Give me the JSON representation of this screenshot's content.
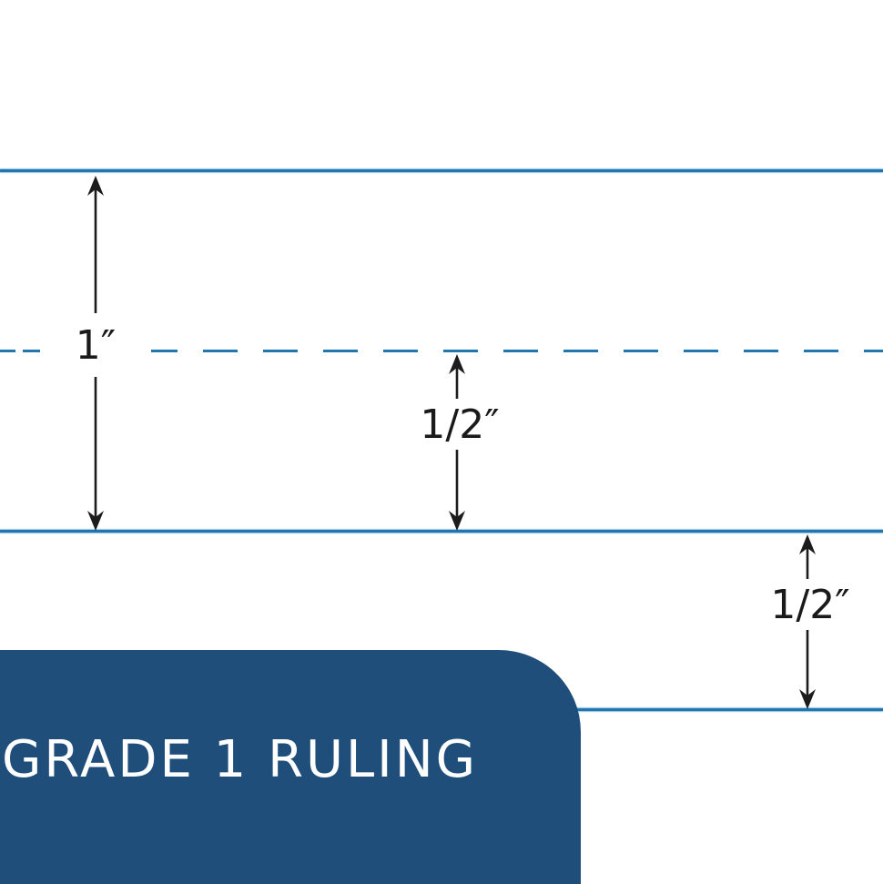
{
  "diagram": {
    "badge": {
      "label": "GRADE 1 RULING",
      "color": "#1f4e7b",
      "text_color": "#ffffff"
    },
    "colors": {
      "line": "#2176ae",
      "arrow": "#1c1c1c",
      "label_text": "#1a1a1a",
      "background": "#ffffff"
    },
    "measurements": {
      "full_inch": {
        "label": "1″"
      },
      "half_inch_top": {
        "label": "1/2″"
      },
      "half_inch_bottom": {
        "label": "1/2″"
      }
    },
    "lines": [
      {
        "name": "top-baseline",
        "style": "solid"
      },
      {
        "name": "dashed-midline",
        "style": "dashed"
      },
      {
        "name": "second-baseline",
        "style": "solid"
      },
      {
        "name": "third-baseline",
        "style": "solid"
      }
    ]
  }
}
